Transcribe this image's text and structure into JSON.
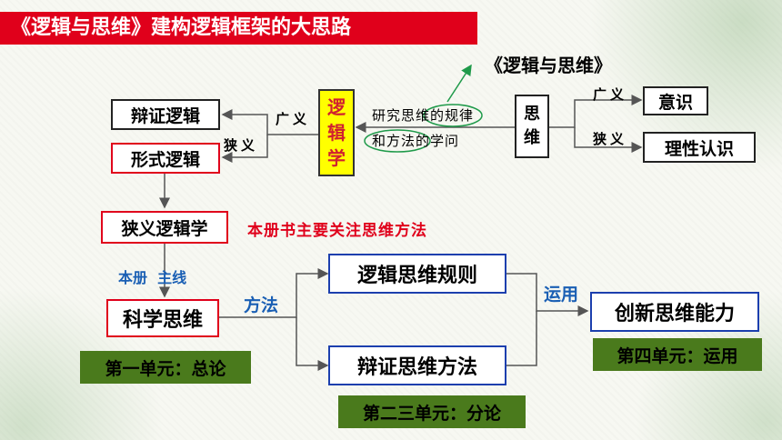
{
  "header": {
    "title": "《逻辑与思维》建构逻辑框架的大思路"
  },
  "book_title": "《逻辑与思维》",
  "logic_chars": [
    "逻",
    "辑",
    "学"
  ],
  "thinking_chars": [
    "思",
    "维"
  ],
  "definition": {
    "line1": "研究思维的规律",
    "line2": "和方法的学问"
  },
  "labels": {
    "broad_left": "广义",
    "narrow_left": "狭义",
    "broad_right": "广义",
    "narrow_right": "狭义",
    "focus_note": "本册书主要关注思维方法",
    "main_line": "本册  主线",
    "method": "方法",
    "application": "运用"
  },
  "nodes": {
    "dialectical_logic": "辩证逻辑",
    "formal_logic": "形式逻辑",
    "narrow_logic": "狭义逻辑学",
    "scientific_thinking": "科学思维",
    "logic_rules": "逻辑思维规则",
    "dialectical_methods": "辩证思维方法",
    "innovative_ability": "创新思维能力",
    "consciousness": "意识",
    "rational_cognition": "理性认识"
  },
  "units": {
    "unit1": "第一单元：总论",
    "unit23": "第二三单元：分论",
    "unit4": "第四单元：运用"
  },
  "colors": {
    "banner": "#e0001b",
    "red_border": "#e0001b",
    "blue_border": "#1c3fae",
    "unit_green": "#4a7a1c",
    "logic_yellow": "#ffff00",
    "blue_text": "#1a5fb4",
    "annotation_green": "#1f9a4a"
  }
}
